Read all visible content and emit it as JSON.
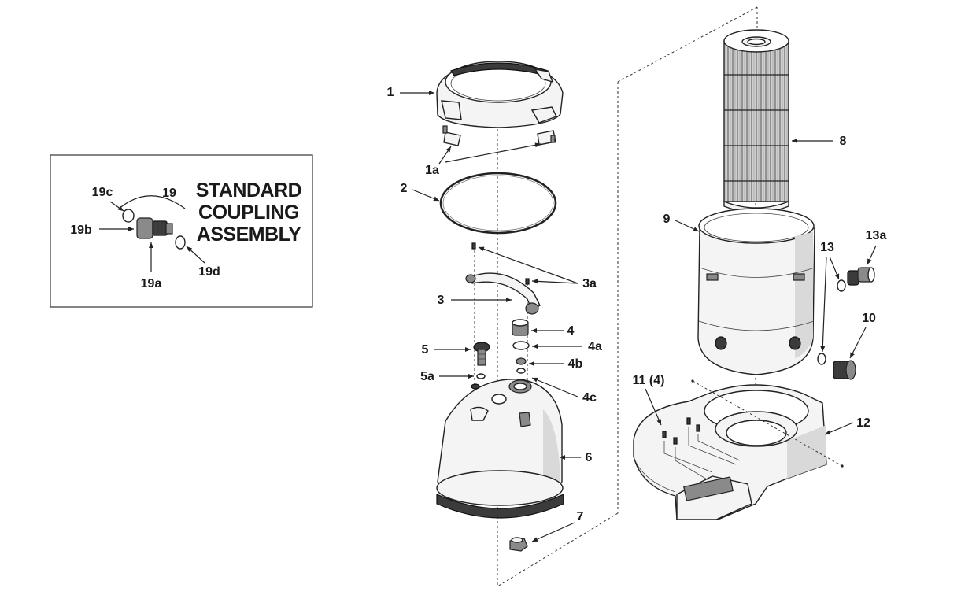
{
  "inset": {
    "title_lines": [
      "STANDARD",
      "COUPLING",
      "ASSEMBLY"
    ]
  },
  "callouts": {
    "c1": "1",
    "c1a": "1a",
    "c2": "2",
    "c3": "3",
    "c3a": "3a",
    "c4": "4",
    "c4a": "4a",
    "c4b": "4b",
    "c4c": "4c",
    "c5": "5",
    "c5a": "5a",
    "c6": "6",
    "c7": "7",
    "c8": "8",
    "c9": "9",
    "c10": "10",
    "c11": "11 (4)",
    "c12": "12",
    "c13": "13",
    "c13a": "13a",
    "c19": "19",
    "c19a": "19a",
    "c19b": "19b",
    "c19c": "19c",
    "c19d": "19d"
  }
}
